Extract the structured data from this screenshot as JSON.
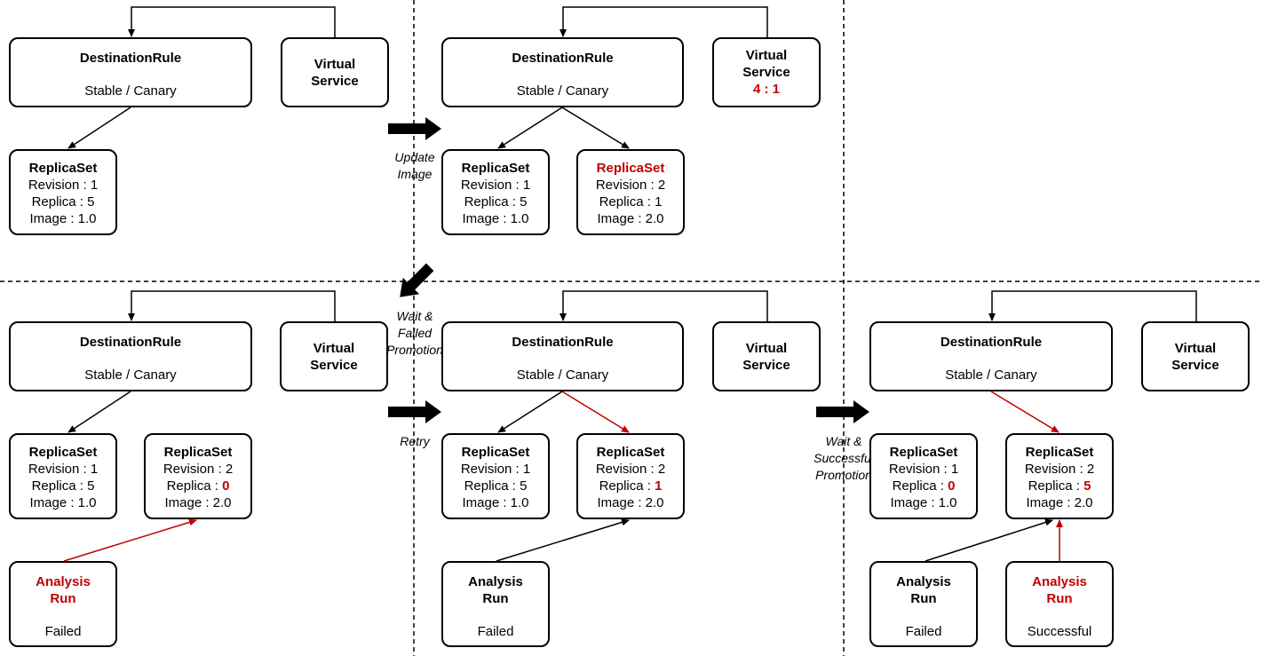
{
  "panel1": {
    "dest_rule": {
      "title": "DestinationRule",
      "subtitle": "Stable / Canary"
    },
    "virtual_service": {
      "line1": "Virtual",
      "line2": "Service"
    },
    "rs1": {
      "title": "ReplicaSet",
      "revision": "Revision : 1",
      "replica": "Replica : 5",
      "image": "Image : 1.0"
    }
  },
  "transition1": {
    "line1": "Update",
    "line2": "Image"
  },
  "panel2": {
    "dest_rule": {
      "title": "DestinationRule",
      "subtitle": "Stable / Canary"
    },
    "virtual_service": {
      "line1": "Virtual",
      "line2": "Service",
      "weight": "4 : 1"
    },
    "rs1": {
      "title": "ReplicaSet",
      "revision": "Revision : 1",
      "replica": "Replica : 5",
      "image": "Image : 1.0"
    },
    "rs2": {
      "title": "ReplicaSet",
      "revision": "Revision : 2",
      "replica": "Replica : 1",
      "image": "Image : 2.0"
    }
  },
  "transition2": {
    "line1": "Wait &",
    "line2": "Failed",
    "line3": "Promotion"
  },
  "panel3": {
    "dest_rule": {
      "title": "DestinationRule",
      "subtitle": "Stable / Canary"
    },
    "virtual_service": {
      "line1": "Virtual",
      "line2": "Service"
    },
    "rs1": {
      "title": "ReplicaSet",
      "revision": "Revision : 1",
      "replica": "Replica : 5",
      "image": "Image : 1.0"
    },
    "rs2": {
      "title": "ReplicaSet",
      "revision": "Revision : 2",
      "replica_prefix": "Replica : ",
      "replica_value": "0",
      "image": "Image : 2.0"
    },
    "analysis": {
      "line1": "Analysis",
      "line2": "Run",
      "status": "Failed"
    }
  },
  "transition3": {
    "label": "Retry"
  },
  "panel4": {
    "dest_rule": {
      "title": "DestinationRule",
      "subtitle": "Stable / Canary"
    },
    "virtual_service": {
      "line1": "Virtual",
      "line2": "Service"
    },
    "rs1": {
      "title": "ReplicaSet",
      "revision": "Revision : 1",
      "replica": "Replica : 5",
      "image": "Image : 1.0"
    },
    "rs2": {
      "title": "ReplicaSet",
      "revision": "Revision : 2",
      "replica_prefix": "Replica : ",
      "replica_value": "1",
      "image": "Image : 2.0"
    },
    "analysis": {
      "line1": "Analysis",
      "line2": "Run",
      "status": "Failed"
    }
  },
  "transition4": {
    "line1": "Wait &",
    "line2": "Successful",
    "line3": "Promotion"
  },
  "panel5": {
    "dest_rule": {
      "title": "DestinationRule",
      "subtitle": "Stable / Canary"
    },
    "virtual_service": {
      "line1": "Virtual",
      "line2": "Service"
    },
    "rs1": {
      "title": "ReplicaSet",
      "revision": "Revision : 1",
      "replica_prefix": "Replica : ",
      "replica_value": "0",
      "image": "Image : 1.0"
    },
    "rs2": {
      "title": "ReplicaSet",
      "revision": "Revision : 2",
      "replica_prefix": "Replica : ",
      "replica_value": "5",
      "image": "Image : 2.0"
    },
    "analysis1": {
      "line1": "Analysis",
      "line2": "Run",
      "status": "Failed"
    },
    "analysis2": {
      "line1": "Analysis",
      "line2": "Run",
      "status": "Successful"
    }
  },
  "colors": {
    "highlight": "#c00000",
    "line": "#000000"
  }
}
